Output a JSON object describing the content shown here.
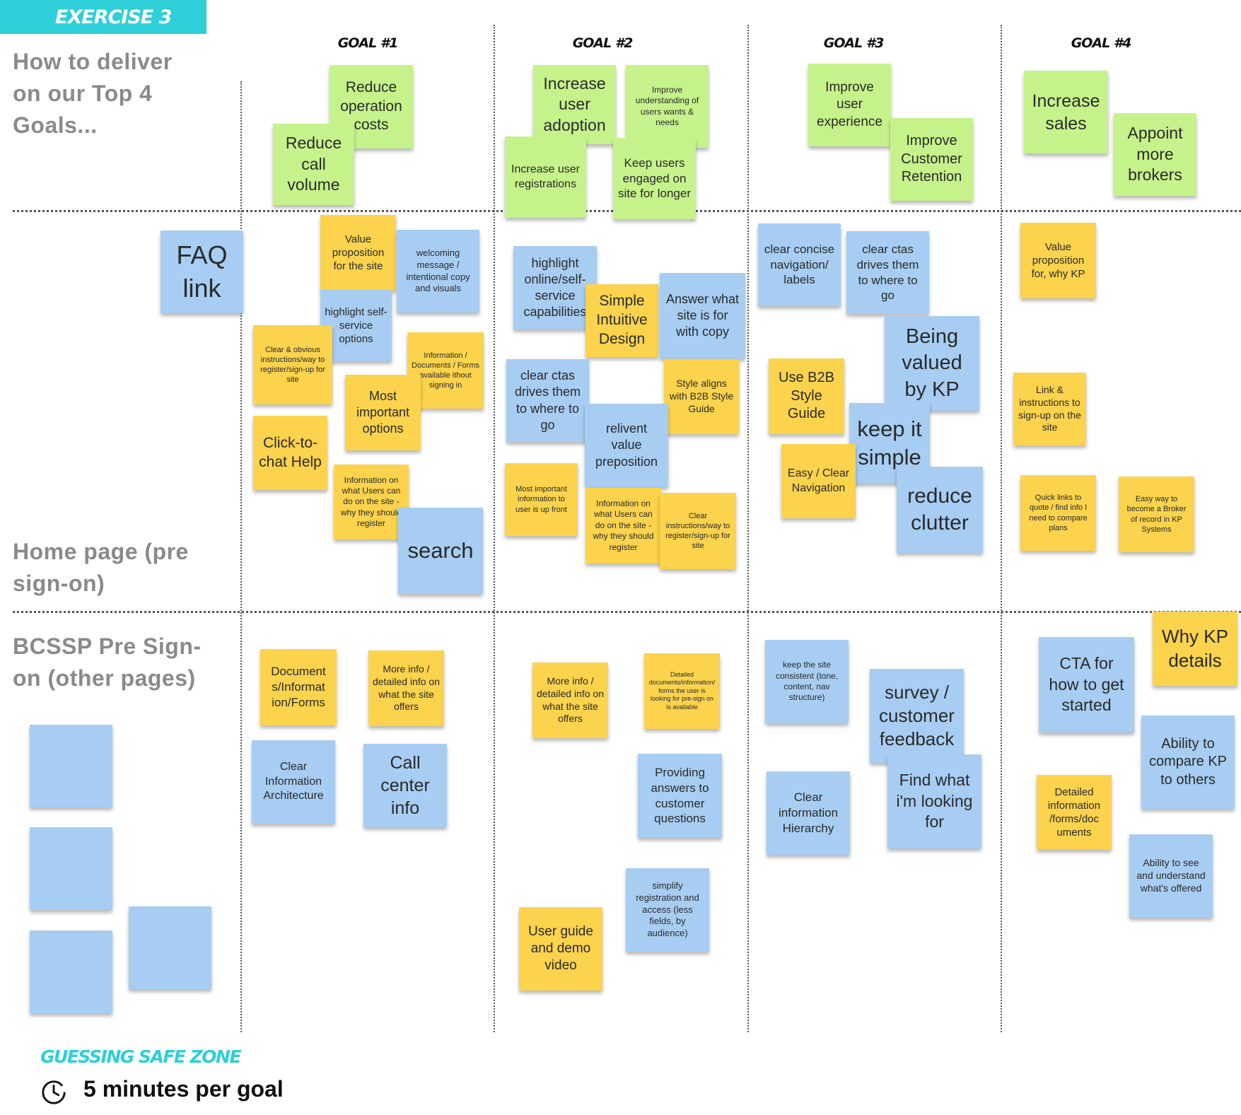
{
  "banner": "Exercise 3",
  "goals": [
    "Goal #1",
    "Goal #2",
    "Goal #3",
    "Goal #4"
  ],
  "rows": {
    "goals_row": "How to deliver on our Top 4 Goals...",
    "home_row": "Home page (pre sign-on)",
    "other_row": "BCSSP Pre Sign-on (other pages)"
  },
  "footer": {
    "safe_zone": "Guessing safe zone",
    "timer": "5 minutes per goal"
  },
  "colors": {
    "banner": "#2ecfd8",
    "yellow_note": "#fbd34d",
    "blue_note": "#a7cdf2",
    "green_note": "#c6f28b"
  },
  "notes": [
    {
      "text": "Reduce operation costs",
      "color": "green"
    },
    {
      "text": "Reduce call volume",
      "color": "green"
    },
    {
      "text": "Increase user adoption",
      "color": "green"
    },
    {
      "text": "Improve understanding of users wants & needs",
      "color": "green"
    },
    {
      "text": "Increase user registrations",
      "color": "green"
    },
    {
      "text": "Keep users engaged on site for longer",
      "color": "green"
    },
    {
      "text": "Improve user experience",
      "color": "green"
    },
    {
      "text": "Improve Customer Retention",
      "color": "green"
    },
    {
      "text": "Increase sales",
      "color": "green"
    },
    {
      "text": "Appoint more brokers",
      "color": "green"
    },
    {
      "text": "FAQ link",
      "color": "blue"
    },
    {
      "text": "Value proposition for the site",
      "color": "yellow"
    },
    {
      "text": "welcoming message / intentional copy and visuals",
      "color": "blue"
    },
    {
      "text": "highlight self-service options",
      "color": "blue"
    },
    {
      "text": "Clear & obvious instructions/way to register/sign-up for site",
      "color": "yellow"
    },
    {
      "text": "Information / Documents / Forms available ithout signing in",
      "color": "yellow"
    },
    {
      "text": "Most important options",
      "color": "yellow"
    },
    {
      "text": "Click-to-chat Help",
      "color": "yellow"
    },
    {
      "text": "Information on what Users can do on the site - why they should register",
      "color": "yellow"
    },
    {
      "text": "search",
      "color": "blue"
    },
    {
      "text": "highlight online/self-service capabilities",
      "color": "blue"
    },
    {
      "text": "Simple Intuitive Design",
      "color": "yellow"
    },
    {
      "text": "Answer what site is for with copy",
      "color": "blue"
    },
    {
      "text": "clear ctas drives them to where to go",
      "color": "blue"
    },
    {
      "text": "Style aligns with B2B Style Guide",
      "color": "yellow"
    },
    {
      "text": "relivent value preposition",
      "color": "blue"
    },
    {
      "text": "Most important information to user is up front",
      "color": "yellow"
    },
    {
      "text": "Information on what Users can do on the site - why they should register",
      "color": "yellow"
    },
    {
      "text": "Clear instructions/way to register/sign-up for site",
      "color": "yellow"
    },
    {
      "text": "clear concise navigation/ labels",
      "color": "blue"
    },
    {
      "text": "clear ctas drives them to where to go",
      "color": "blue"
    },
    {
      "text": "Being valued by KP",
      "color": "blue"
    },
    {
      "text": "Use B2B Style Guide",
      "color": "yellow"
    },
    {
      "text": "keep it simple",
      "color": "blue"
    },
    {
      "text": "Easy / Clear Navigation",
      "color": "yellow"
    },
    {
      "text": "reduce clutter",
      "color": "blue"
    },
    {
      "text": "Value proposition for, why KP",
      "color": "yellow"
    },
    {
      "text": "Link & instructions to sign-up on the site",
      "color": "yellow"
    },
    {
      "text": "Quick links to quote / find info I need to compare plans",
      "color": "yellow"
    },
    {
      "text": "Easy way to become a Broker of record in KP Systems",
      "color": "yellow"
    },
    {
      "text": "Document s/Informat ion/Forms",
      "color": "yellow"
    },
    {
      "text": "More info / detailed info on what the site offers",
      "color": "yellow"
    },
    {
      "text": "Clear Information Architecture",
      "color": "blue"
    },
    {
      "text": "Call center info",
      "color": "blue"
    },
    {
      "text": "More info / detailed info on what the site offers",
      "color": "yellow"
    },
    {
      "text": "Detailed documents/information/forms the user is looking for pre-sign on is available",
      "color": "yellow"
    },
    {
      "text": "Providing answers to customer questions",
      "color": "blue"
    },
    {
      "text": "simplify registration and access (less fields, by audience)",
      "color": "blue"
    },
    {
      "text": "User guide and demo video",
      "color": "yellow"
    },
    {
      "text": "keep the site consistent (tone, content, nav structure)",
      "color": "blue"
    },
    {
      "text": "survey / customer feedback",
      "color": "blue"
    },
    {
      "text": "Clear information Hierarchy",
      "color": "blue"
    },
    {
      "text": "Find what i'm looking for",
      "color": "blue"
    },
    {
      "text": "Why KP details",
      "color": "yellow"
    },
    {
      "text": "CTA for how to get started",
      "color": "blue"
    },
    {
      "text": "Ability to compare KP to others",
      "color": "blue"
    },
    {
      "text": "Detailed information /forms/doc uments",
      "color": "yellow"
    },
    {
      "text": "Ability to see and understand what's offered",
      "color": "blue"
    },
    {
      "text": "",
      "color": "blue"
    },
    {
      "text": "",
      "color": "blue"
    },
    {
      "text": "",
      "color": "blue"
    },
    {
      "text": "",
      "color": "blue"
    }
  ]
}
